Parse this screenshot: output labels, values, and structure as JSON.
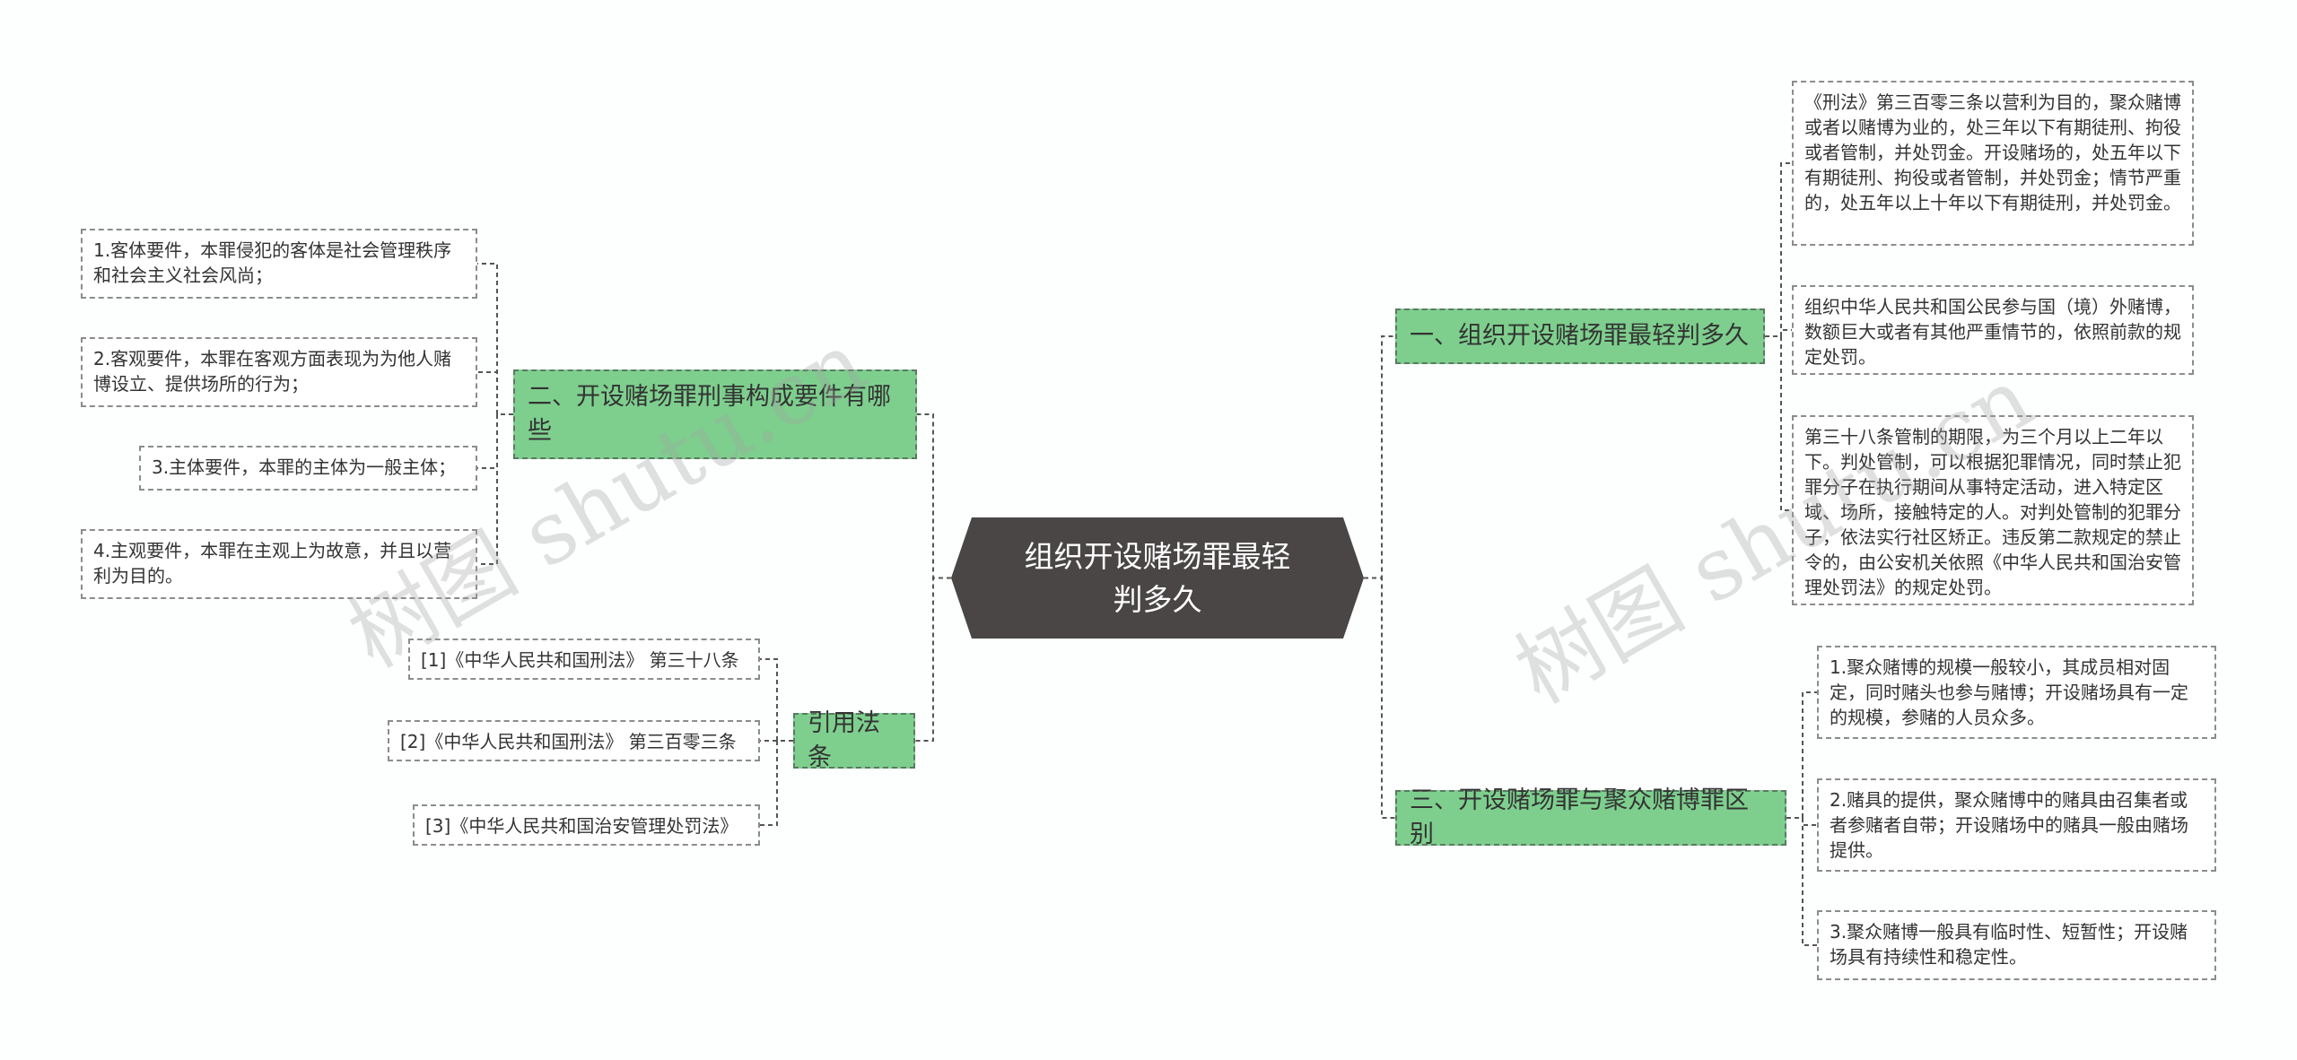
{
  "root": {
    "label": "组织开设赌场罪最轻判多久"
  },
  "left_branches": [
    {
      "label": "二、开设赌场罪刑事构成要件有哪些",
      "children": [
        "1.客体要件，本罪侵犯的客体是社会管理秩序和社会主义社会风尚；",
        "2.客观要件，本罪在客观方面表现为为他人赌博设立、提供场所的行为；",
        "3.主体要件，本罪的主体为一般主体；",
        "4.主观要件，本罪在主观上为故意，并且以营利为目的。"
      ]
    },
    {
      "label": "引用法条",
      "children": [
        "[1]《中华人民共和国刑法》 第三十八条",
        "[2]《中华人民共和国刑法》 第三百零三条",
        "[3]《中华人民共和国治安管理处罚法》"
      ]
    }
  ],
  "right_branches": [
    {
      "label": "一、组织开设赌场罪最轻判多久",
      "children": [
        "《刑法》第三百零三条以营利为目的，聚众赌博或者以赌博为业的，处三年以下有期徒刑、拘役或者管制，并处罚金。开设赌场的，处五年以下有期徒刑、拘役或者管制，并处罚金；情节严重的，处五年以上十年以下有期徒刑，并处罚金。",
        "组织中华人民共和国公民参与国（境）外赌博，数额巨大或者有其他严重情节的，依照前款的规定处罚。",
        "第三十八条管制的期限，为三个月以上二年以下。判处管制，可以根据犯罪情况，同时禁止犯罪分子在执行期间从事特定活动，进入特定区域、场所，接触特定的人。对判处管制的犯罪分子，依法实行社区矫正。违反第二款规定的禁止令的，由公安机关依照《中华人民共和国治安管理处罚法》的规定处罚。"
      ]
    },
    {
      "label": "三、开设赌场罪与聚众赌博罪区别",
      "children": [
        "1.聚众赌博的规模一般较小，其成员相对固定，同时赌头也参与赌博；开设赌场具有一定的规模，参赌的人员众多。",
        "2.赌具的提供，聚众赌博中的赌具由召集者或者参赌者自带；开设赌场中的赌具一般由赌场提供。",
        "3.聚众赌博一般具有临时性、短暂性；开设赌场具有持续性和稳定性。"
      ]
    }
  ],
  "watermarks": [
    "树图 shutu.cn",
    "树图 shutu.cn"
  ],
  "colors": {
    "root": "#4a4646",
    "branch": "#7ecf8e",
    "line": "#555555"
  }
}
